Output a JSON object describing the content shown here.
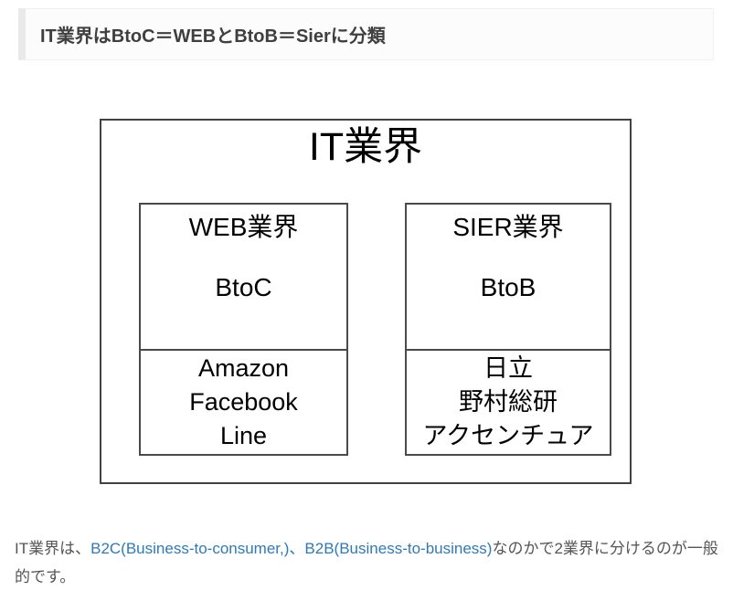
{
  "heading": {
    "text": "IT業界はBtoC＝WEBとBtoB＝Sierに分類"
  },
  "diagram": {
    "title": "IT業界",
    "web_box": {
      "label": "WEB業界",
      "model": "BtoC",
      "companies": [
        "Amazon",
        "Facebook",
        "Line"
      ]
    },
    "sier_box": {
      "label": "SIER業界",
      "model": "BtoB",
      "companies": [
        "日立",
        "野村総研",
        "アクセンチュア"
      ]
    }
  },
  "paragraph": {
    "segments": {
      "intro": "IT業界は、",
      "b2c_link": "B2C(Business-to-consumer,)",
      "separator": "、",
      "b2b_link": "B2B(Business-to-business)",
      "outro": "なのかで2業界に分けるのが一般的です。"
    }
  },
  "colors": {
    "link_blue": "#2f79b8",
    "body_text": "#555555",
    "heading_text": "#3f3f3f",
    "diagram_border": "#424242"
  }
}
